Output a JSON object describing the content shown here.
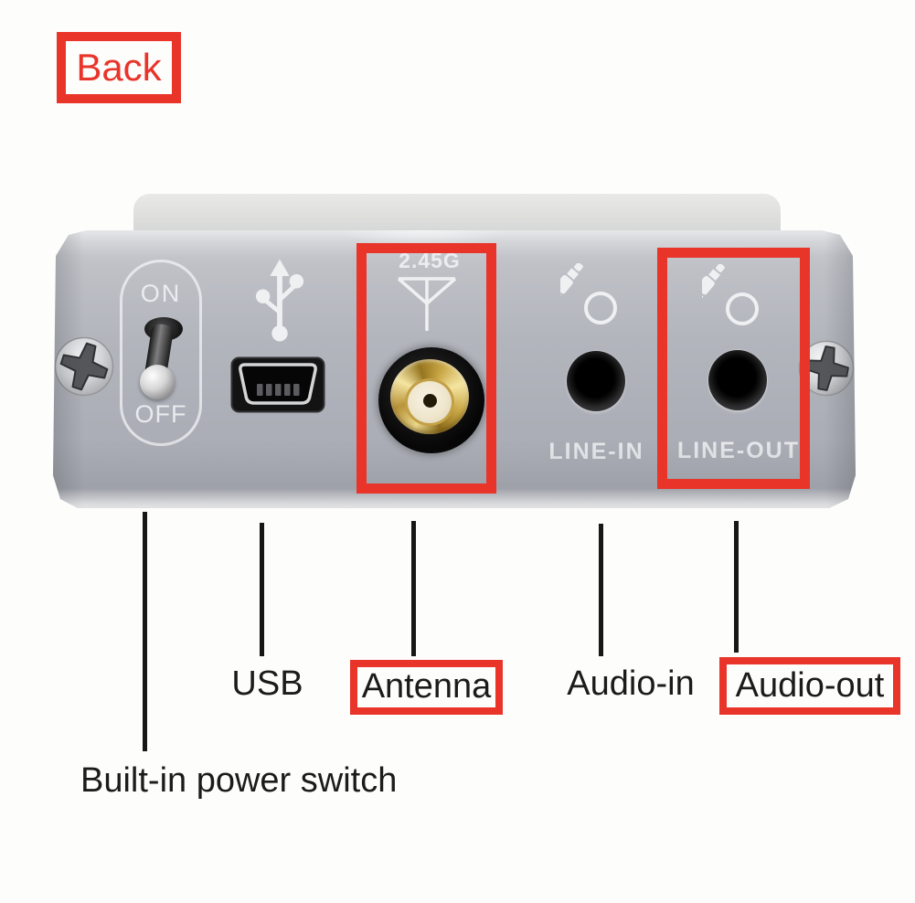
{
  "annotations": {
    "back": "Back",
    "labels": {
      "usb": "USB",
      "antenna": "Antenna",
      "audio_in": "Audio-in",
      "audio_out": "Audio-out",
      "power_switch": "Built-in power switch"
    }
  },
  "device_panel": {
    "power_switch": {
      "on_label": "ON",
      "off_label": "OFF"
    },
    "antenna_port": {
      "frequency_label": "2.45G"
    },
    "audio_in_port": {
      "label": "LINE-IN"
    },
    "audio_out_port": {
      "label": "LINE-OUT"
    }
  },
  "colors": {
    "highlight_red": "#e9342a",
    "panel_silver": "#b2b5bc",
    "panel_print_white": "#eef0f2",
    "label_black": "#1b1b1b",
    "sma_gold": "#caa846"
  },
  "icons": {
    "usb": "usb-trident-icon",
    "antenna": "antenna-symbol-icon",
    "audio_in": "audio-plug-in-icon",
    "audio_out": "audio-plug-out-icon",
    "screws": "phillips-screw-icon"
  }
}
